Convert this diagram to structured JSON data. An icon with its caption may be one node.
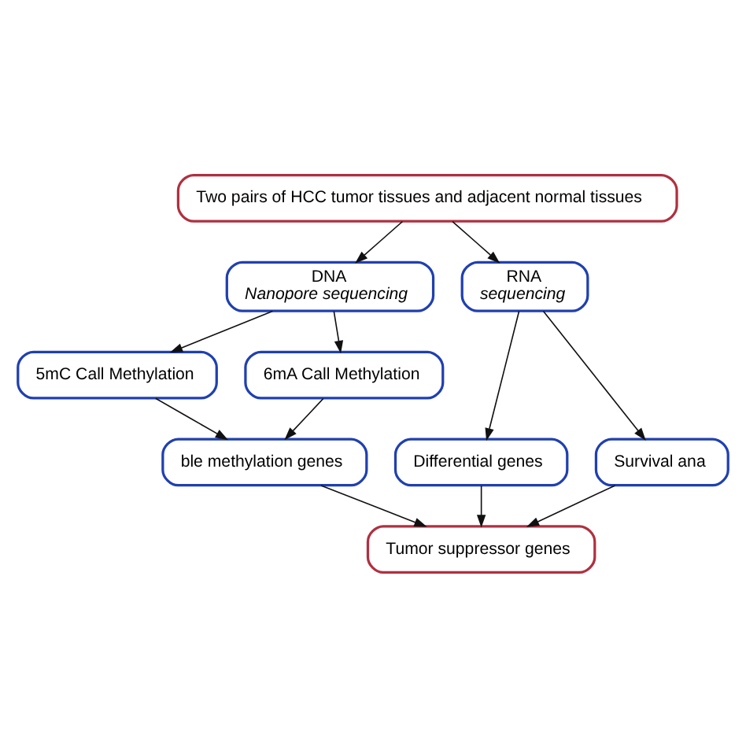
{
  "diagram": {
    "nodes": [
      {
        "text": [
          "Two pairs of HCC tumor tissues and adjacent normal tissues"
        ]
      },
      {
        "text": [
          "DNA",
          "Nanopore sequencing"
        ]
      },
      {
        "text": [
          "RNA",
          "sequencing"
        ]
      },
      {
        "text": [
          "5mC Call Methylation"
        ]
      },
      {
        "text": [
          "6mA Call Methylation"
        ]
      },
      {
        "text": [
          "ble methylation genes"
        ]
      },
      {
        "text": [
          "Differential genes"
        ]
      },
      {
        "text": [
          "Survival ana"
        ]
      },
      {
        "text": [
          "Tumor suppressor genes"
        ]
      }
    ],
    "edges": [
      {
        "from": 0,
        "to": 1,
        "arrow": "to"
      },
      {
        "from": 0,
        "to": 2,
        "arrow": "to"
      },
      {
        "from": 1,
        "to": 3,
        "arrow": "to"
      },
      {
        "from": 1,
        "to": 4,
        "arrow": "to"
      },
      {
        "from": 3,
        "to": 5,
        "arrow": "to"
      },
      {
        "from": 4,
        "to": 5,
        "arrow": "to"
      },
      {
        "from": 2,
        "to": 6,
        "arrow": "to"
      },
      {
        "from": 2,
        "to": 7,
        "arrow": "to"
      },
      {
        "from": 5,
        "to": 8,
        "arrow": "to"
      },
      {
        "from": 6,
        "to": 8,
        "arrow": "to"
      },
      {
        "from": 7,
        "to": 8,
        "arrow": "to"
      }
    ]
  }
}
